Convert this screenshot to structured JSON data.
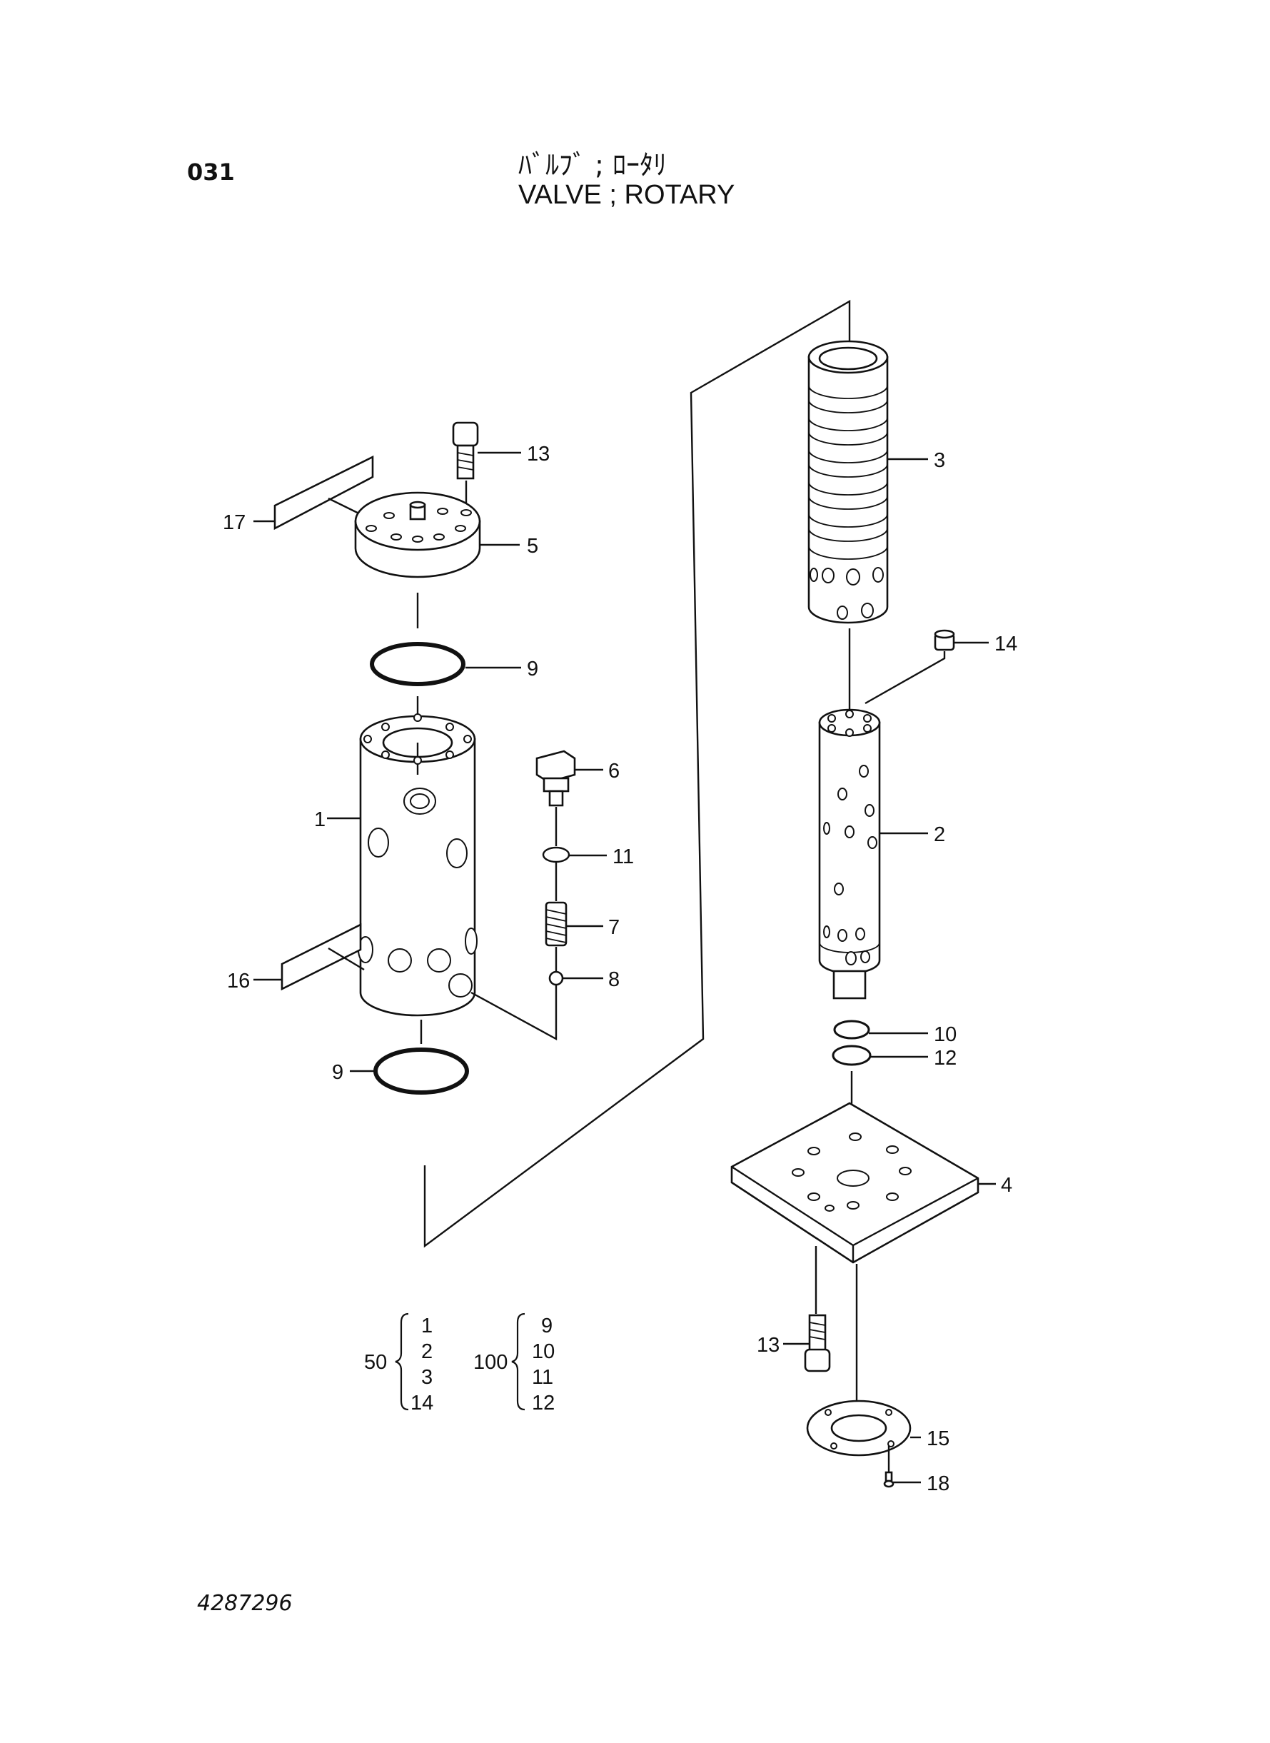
{
  "header": {
    "page_code": "031",
    "title_jp": "ﾊﾞﾙﾌﾞ ; ﾛｰﾀﾘ",
    "title_en": "VALVE ; ROTARY"
  },
  "footer": {
    "drawing_number": "4287296"
  },
  "callouts": [
    {
      "id": "c13a",
      "label": "13"
    },
    {
      "id": "c17",
      "label": "17"
    },
    {
      "id": "c5",
      "label": "5"
    },
    {
      "id": "c9a",
      "label": "9"
    },
    {
      "id": "c6",
      "label": "6"
    },
    {
      "id": "c1",
      "label": "1"
    },
    {
      "id": "c11",
      "label": "11"
    },
    {
      "id": "c7",
      "label": "7"
    },
    {
      "id": "c16",
      "label": "16"
    },
    {
      "id": "c8",
      "label": "8"
    },
    {
      "id": "c9b",
      "label": "9"
    },
    {
      "id": "c3",
      "label": "3"
    },
    {
      "id": "c14",
      "label": "14"
    },
    {
      "id": "c2",
      "label": "2"
    },
    {
      "id": "c10",
      "label": "10"
    },
    {
      "id": "c12",
      "label": "12"
    },
    {
      "id": "c4",
      "label": "4"
    },
    {
      "id": "c13b",
      "label": "13"
    },
    {
      "id": "c15",
      "label": "15"
    },
    {
      "id": "c18",
      "label": "18"
    }
  ],
  "kits": [
    {
      "qty": "50",
      "items": [
        "1",
        "2",
        "3",
        "14"
      ]
    },
    {
      "qty": "100",
      "items": [
        "9",
        "10",
        "11",
        "12"
      ]
    }
  ]
}
